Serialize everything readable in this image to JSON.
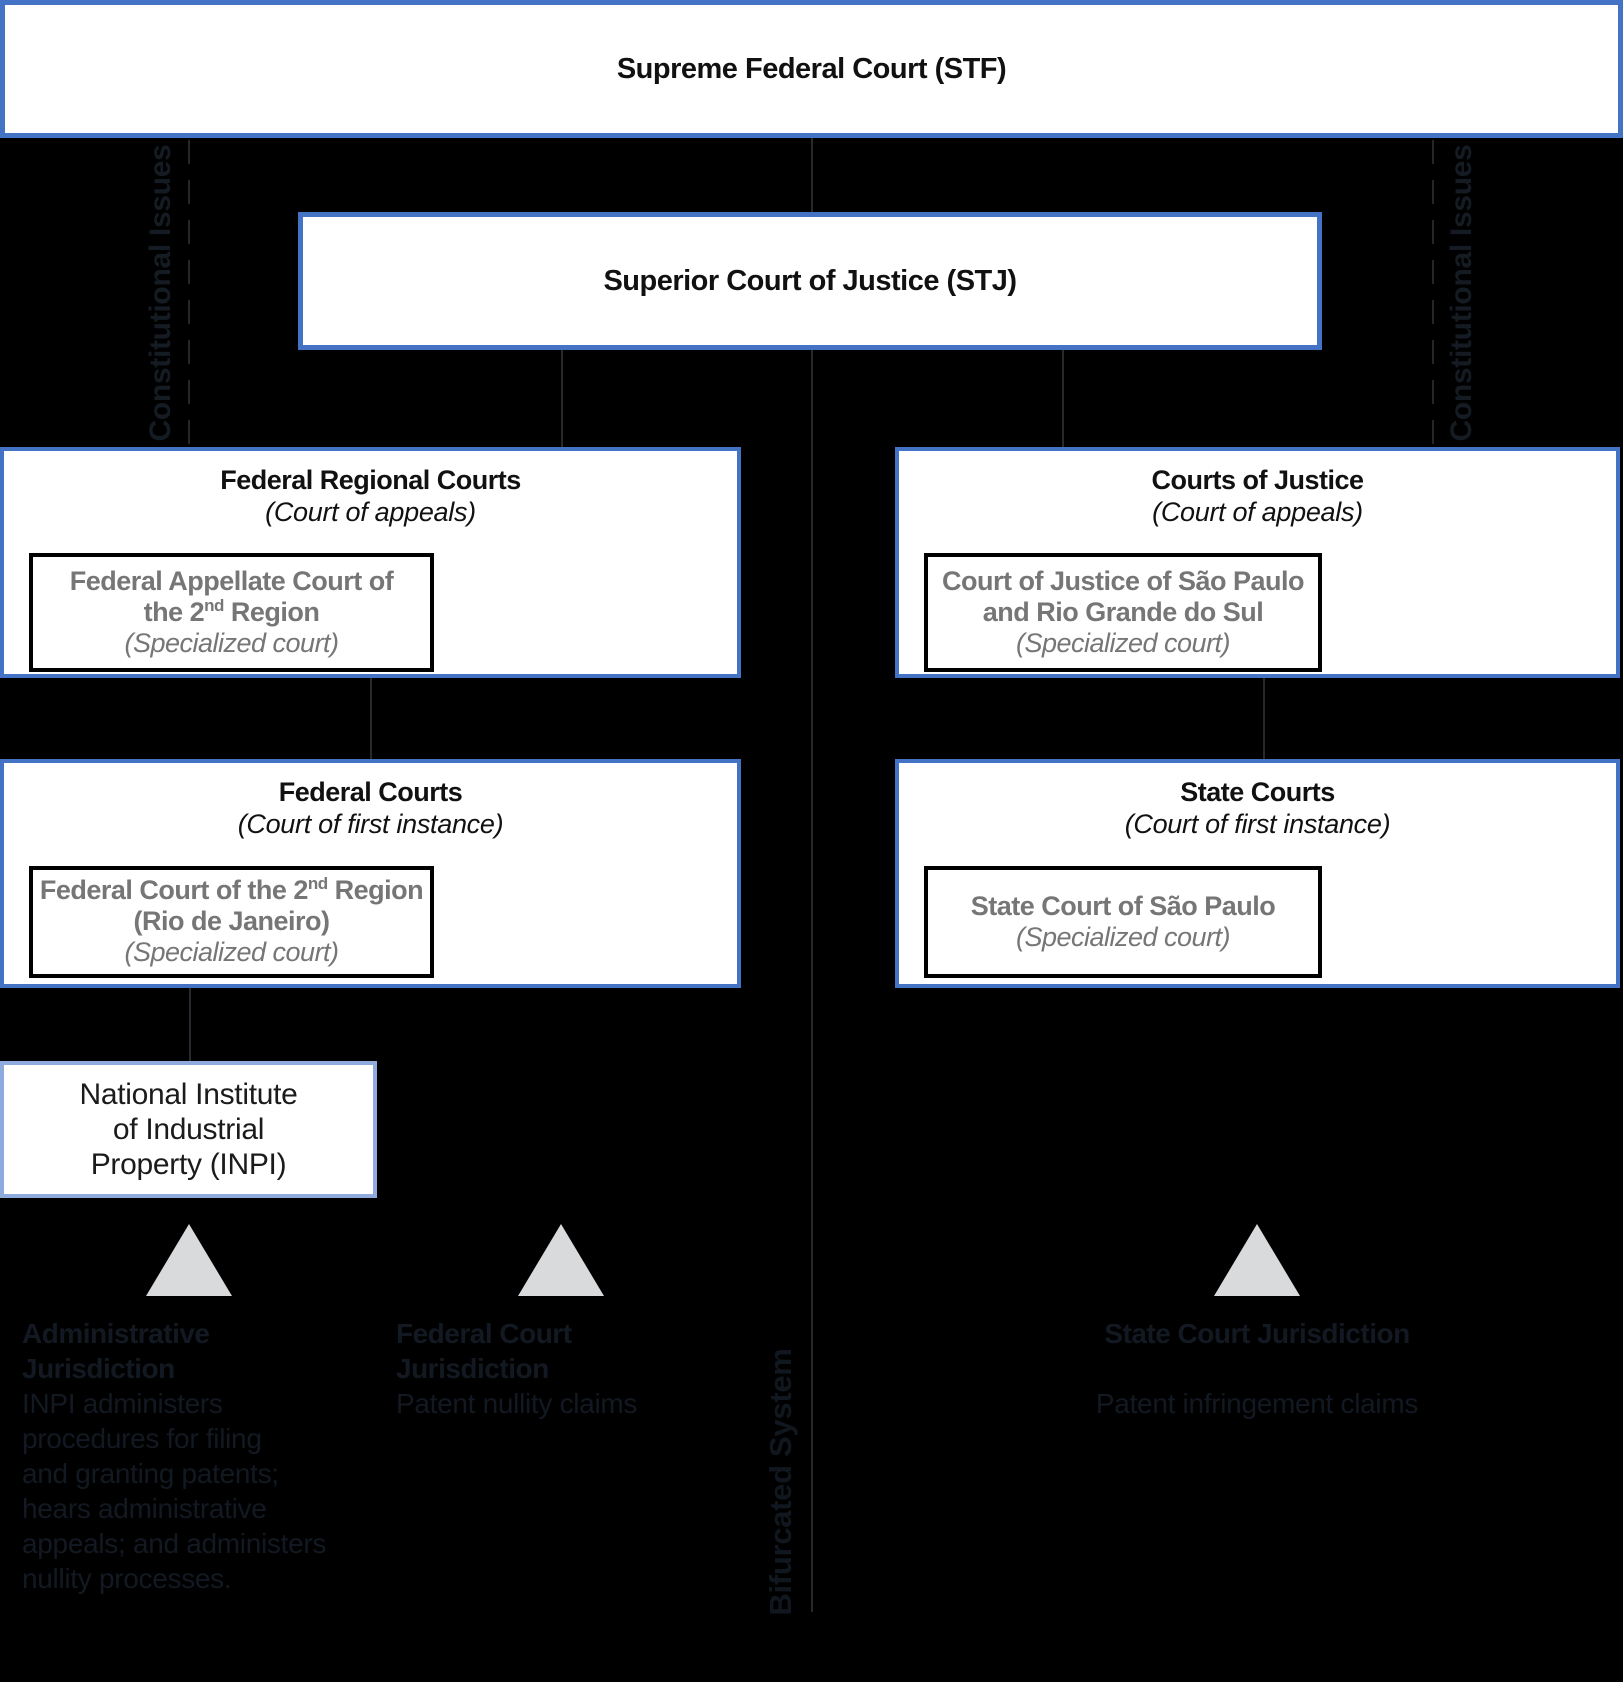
{
  "colors": {
    "background": "#000000",
    "box_fill": "#ffffff",
    "accent_border_blue": "#4472c4",
    "inpi_border_light_blue": "#8faadc",
    "inner_box_border": "#000000",
    "inner_text_gray": "#767676",
    "title_text": "#111111",
    "triangle_gray": "#d9dadb",
    "faint_text": "#141a22",
    "connector_line": "#26292d"
  },
  "stf": {
    "title": "Supreme Federal Court (STF)"
  },
  "stj": {
    "title": "Superior Court of Justice (STJ)"
  },
  "frc": {
    "title": "Federal Regional Courts",
    "subtitle": "(Court of appeals)",
    "inner": {
      "line1": "Federal Appellate Court of",
      "line2_pre": "the 2",
      "line2_sup": "nd",
      "line2_post": " Region",
      "note": "(Specialized court)"
    }
  },
  "coj": {
    "title": "Courts of Justice",
    "subtitle": "(Court of appeals)",
    "inner": {
      "line1": "Court of Justice of São Paulo",
      "line2": "and Rio Grande do Sul",
      "note": "(Specialized court)"
    }
  },
  "fc": {
    "title": "Federal Courts",
    "subtitle": "(Court of first instance)",
    "inner": {
      "line1_pre": "Federal Court of the 2",
      "line1_sup": "nd",
      "line1_post": " Region",
      "line2": "(Rio de Janeiro)",
      "note": "(Specialized court)"
    }
  },
  "sc": {
    "title": "State Courts",
    "subtitle": "(Court of first instance)",
    "inner": {
      "line1": "State Court of São Paulo",
      "note": "(Specialized court)"
    }
  },
  "inpi": {
    "line1": "National Institute",
    "line2": "of Industrial",
    "line3": "Property (INPI)"
  },
  "side_labels": {
    "constitutional_left": "Constitutional Issues",
    "constitutional_right": "Constitutional Issues",
    "bifurcated": "Bifurcated System"
  },
  "jurisdictions": {
    "administrative": {
      "title_line1": "Administrative",
      "title_line2": "Jurisdiction",
      "body_lines": [
        "INPI administers",
        "procedures for filing",
        "and granting patents;",
        "hears administrative",
        "appeals; and administers",
        "nullity processes."
      ]
    },
    "federal": {
      "title_line1": "Federal Court",
      "title_line2": "Jurisdiction",
      "body": "Patent nullity claims"
    },
    "state": {
      "title": "State Court Jurisdiction",
      "body": "Patent infringement claims"
    }
  }
}
